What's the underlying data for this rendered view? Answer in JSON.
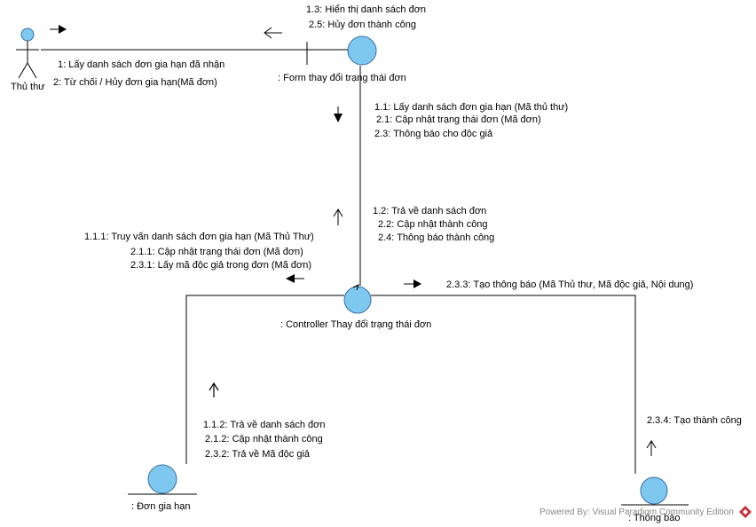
{
  "actor": {
    "name": "Thủ thư"
  },
  "objects": {
    "form": ": Form thay đổi trạng thái đơn",
    "controller": ": Controller Thay đổi trạng thái đơn",
    "don_gia_han": ": Đơn gia hạn",
    "thong_bao": ": Thông báo"
  },
  "messages": {
    "actor_to_form": [
      "1: Lấy danh sách đơn gia hạn đã nhận",
      "2: Từ chối / Hủy đơn gia hạn(Mã đơn)"
    ],
    "form_to_actor": [
      "1.3: Hiển thị danh sách đơn",
      "2.5: Hủy đơn thành công"
    ],
    "form_to_controller": [
      "1.1: Lấy danh sách đơn gia hạn (Mã thủ thư)",
      "2.1: Cập nhật trạng thái đơn (Mã đơn)",
      "2.3: Thông báo cho độc giả"
    ],
    "controller_to_form": [
      "1.2: Trả về danh sách đơn",
      "2.2: Cập nhật thành công",
      "2.4: Thông báo thành công"
    ],
    "controller_to_don": [
      "1.1.1: Truy vấn danh sách đơn gia hạn (Mã Thủ Thư)",
      "2.1.1: Cập nhật trạng thái đơn (Mã đơn)",
      "2.3.1: Lấy mã độc giả trong đơn (Mã đơn)"
    ],
    "don_to_controller": [
      "1.1.2: Trả về danh sách đơn",
      "2.1.2: Cập nhật thành công",
      "2.3.2: Trả về Mã độc giả"
    ],
    "controller_to_thongbao": [
      "2.3.3: Tạo thông báo (Mã Thủ thư, Mã độc giả, Nội dung)"
    ],
    "thongbao_to_controller": [
      "2.3.4: Tạo thành công"
    ]
  },
  "footer": {
    "text": "Powered By: Visual Paradigm Community Edition"
  },
  "colors": {
    "object_fill": "#7ec8f0",
    "object_stroke": "#3a6ea0",
    "line": "#000000",
    "logo": "#c8303a"
  }
}
